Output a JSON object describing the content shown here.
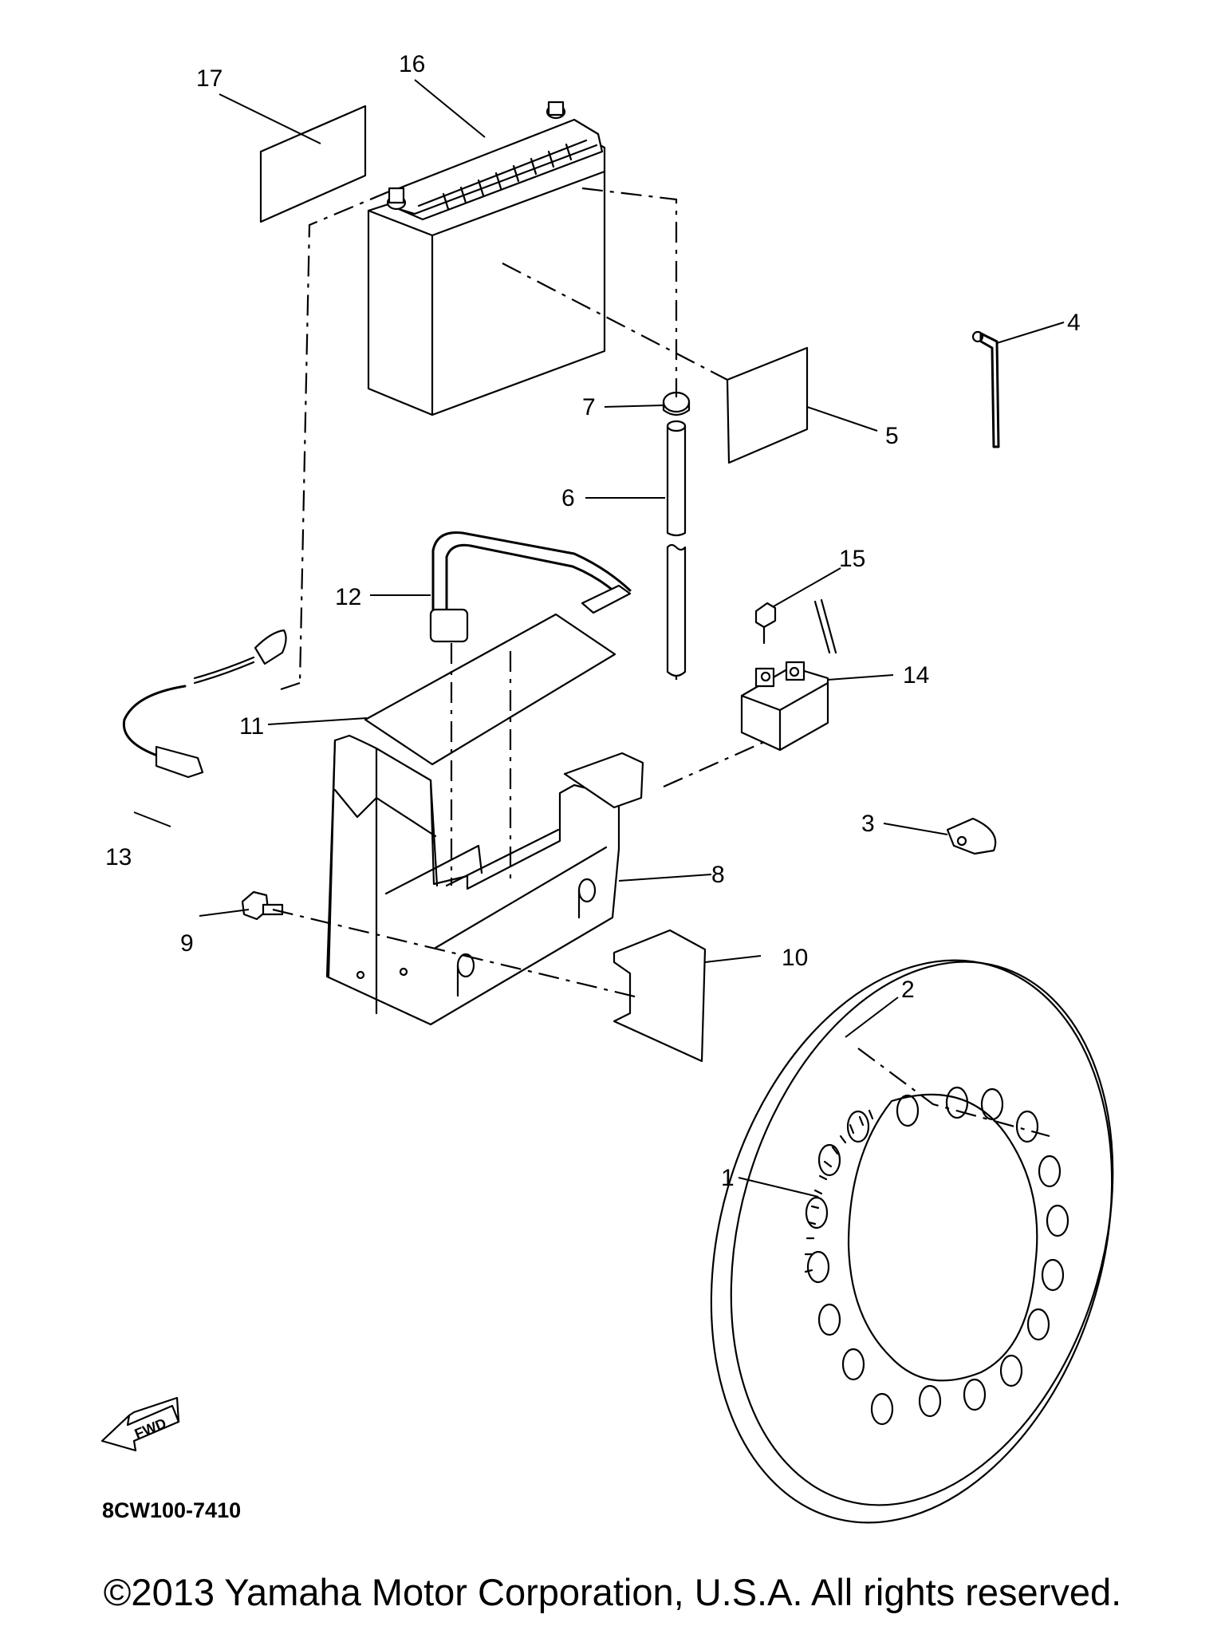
{
  "diagram": {
    "callouts": [
      {
        "id": "1",
        "label": "1"
      },
      {
        "id": "2",
        "label": "2"
      },
      {
        "id": "3",
        "label": "3"
      },
      {
        "id": "4",
        "label": "4"
      },
      {
        "id": "5",
        "label": "5"
      },
      {
        "id": "6",
        "label": "6"
      },
      {
        "id": "7",
        "label": "7"
      },
      {
        "id": "8",
        "label": "8"
      },
      {
        "id": "9",
        "label": "9"
      },
      {
        "id": "10",
        "label": "10"
      },
      {
        "id": "11",
        "label": "11"
      },
      {
        "id": "12",
        "label": "12"
      },
      {
        "id": "13",
        "label": "13"
      },
      {
        "id": "14",
        "label": "14"
      },
      {
        "id": "15",
        "label": "15"
      },
      {
        "id": "16",
        "label": "16"
      },
      {
        "id": "17",
        "label": "17"
      }
    ],
    "fwd_label": "FWD",
    "diagram_code": "8CW100-7410",
    "copyright": "©2013 Yamaha Motor Corporation, U.S.A. All rights reserved."
  }
}
